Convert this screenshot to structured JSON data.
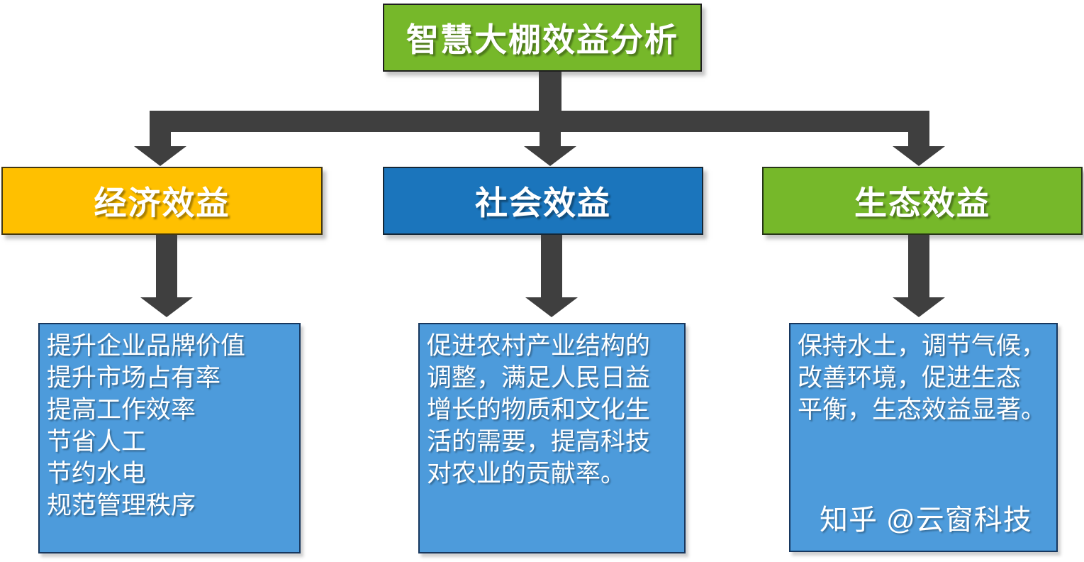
{
  "diagram": {
    "title": "智慧大棚效益分析",
    "branches": [
      {
        "label": "经济效益",
        "color": "#FFC000",
        "detail": "提升企业品牌价值\n提升市场占有率\n提高工作效率\n节省人工\n节约水电\n规范管理秩序"
      },
      {
        "label": "社会效益",
        "color": "#1B75BC",
        "detail": "促进农村产业结构的\n调整，满足人民日益\n增长的物质和文化生\n活的需要，提高科技\n对农业的贡献率。"
      },
      {
        "label": "生态效益",
        "color": "#76B82A",
        "detail": "保持水土，调节气候，\n改善环境，促进生态\n平衡，生态效益显著。"
      }
    ],
    "watermark": "知乎 @云窗科技",
    "colors": {
      "title_bg": "#76B82A",
      "detail_bg": "#4D9BDB",
      "detail_border": "#17375E",
      "connector": "#3F3F3F",
      "text": "#FFFFFF"
    }
  }
}
